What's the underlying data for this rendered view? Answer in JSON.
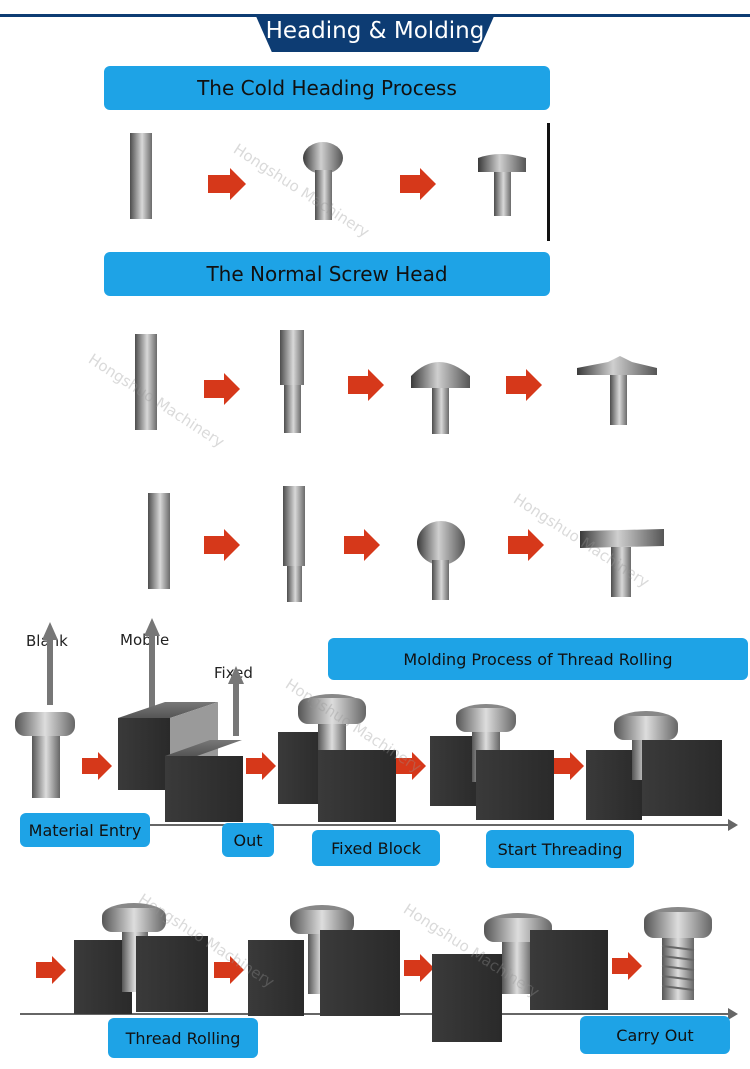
{
  "header": {
    "title": "Heading & Molding"
  },
  "cold_heading": {
    "title": "The Cold Heading Process"
  },
  "normal_screw": {
    "title": "The Normal Screw Head"
  },
  "molding": {
    "title": "Molding Process of Thread Rolling",
    "labels": {
      "blank": "Blank",
      "mobile": "Mobile",
      "fixed": "Fixed"
    },
    "steps": {
      "material_entry": "Material Entry",
      "out": "Out",
      "fixed_block": "Fixed Block",
      "start_threading": "Start Threading",
      "thread_rolling": "Thread Rolling",
      "carry_out": "Carry Out"
    }
  },
  "watermark": "Hongshuo Machinery",
  "colors": {
    "banner": "#1ea3e6",
    "header": "#0d3c73",
    "arrow": "#d6381a"
  }
}
